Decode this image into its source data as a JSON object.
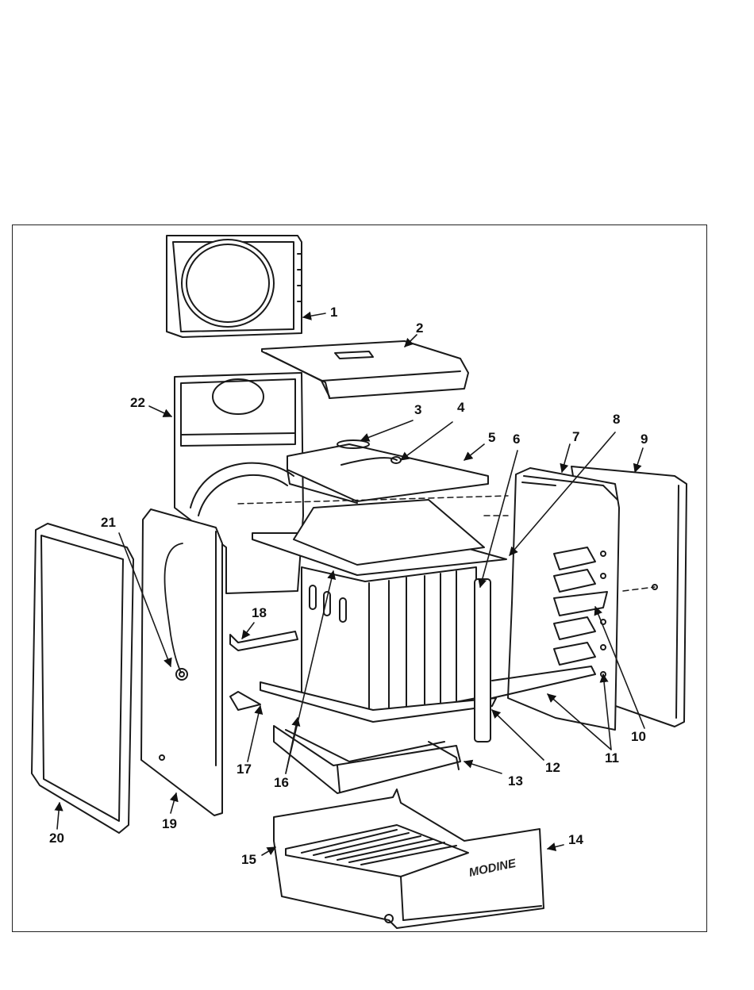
{
  "diagram": {
    "brand_text": "MODINE",
    "callouts": [
      {
        "id": "c1",
        "label": "1"
      },
      {
        "id": "c2",
        "label": "2"
      },
      {
        "id": "c3",
        "label": "3"
      },
      {
        "id": "c4",
        "label": "4"
      },
      {
        "id": "c5",
        "label": "5"
      },
      {
        "id": "c6",
        "label": "6"
      },
      {
        "id": "c7",
        "label": "7"
      },
      {
        "id": "c8",
        "label": "8"
      },
      {
        "id": "c9",
        "label": "9"
      },
      {
        "id": "c10",
        "label": "10"
      },
      {
        "id": "c11",
        "label": "11"
      },
      {
        "id": "c12",
        "label": "12"
      },
      {
        "id": "c13",
        "label": "13"
      },
      {
        "id": "c14",
        "label": "14"
      },
      {
        "id": "c15",
        "label": "15"
      },
      {
        "id": "c16",
        "label": "16"
      },
      {
        "id": "c17",
        "label": "17"
      },
      {
        "id": "c18",
        "label": "18"
      },
      {
        "id": "c19",
        "label": "19"
      },
      {
        "id": "c20",
        "label": "20"
      },
      {
        "id": "c21",
        "label": "21"
      },
      {
        "id": "c22",
        "label": "22"
      }
    ]
  }
}
